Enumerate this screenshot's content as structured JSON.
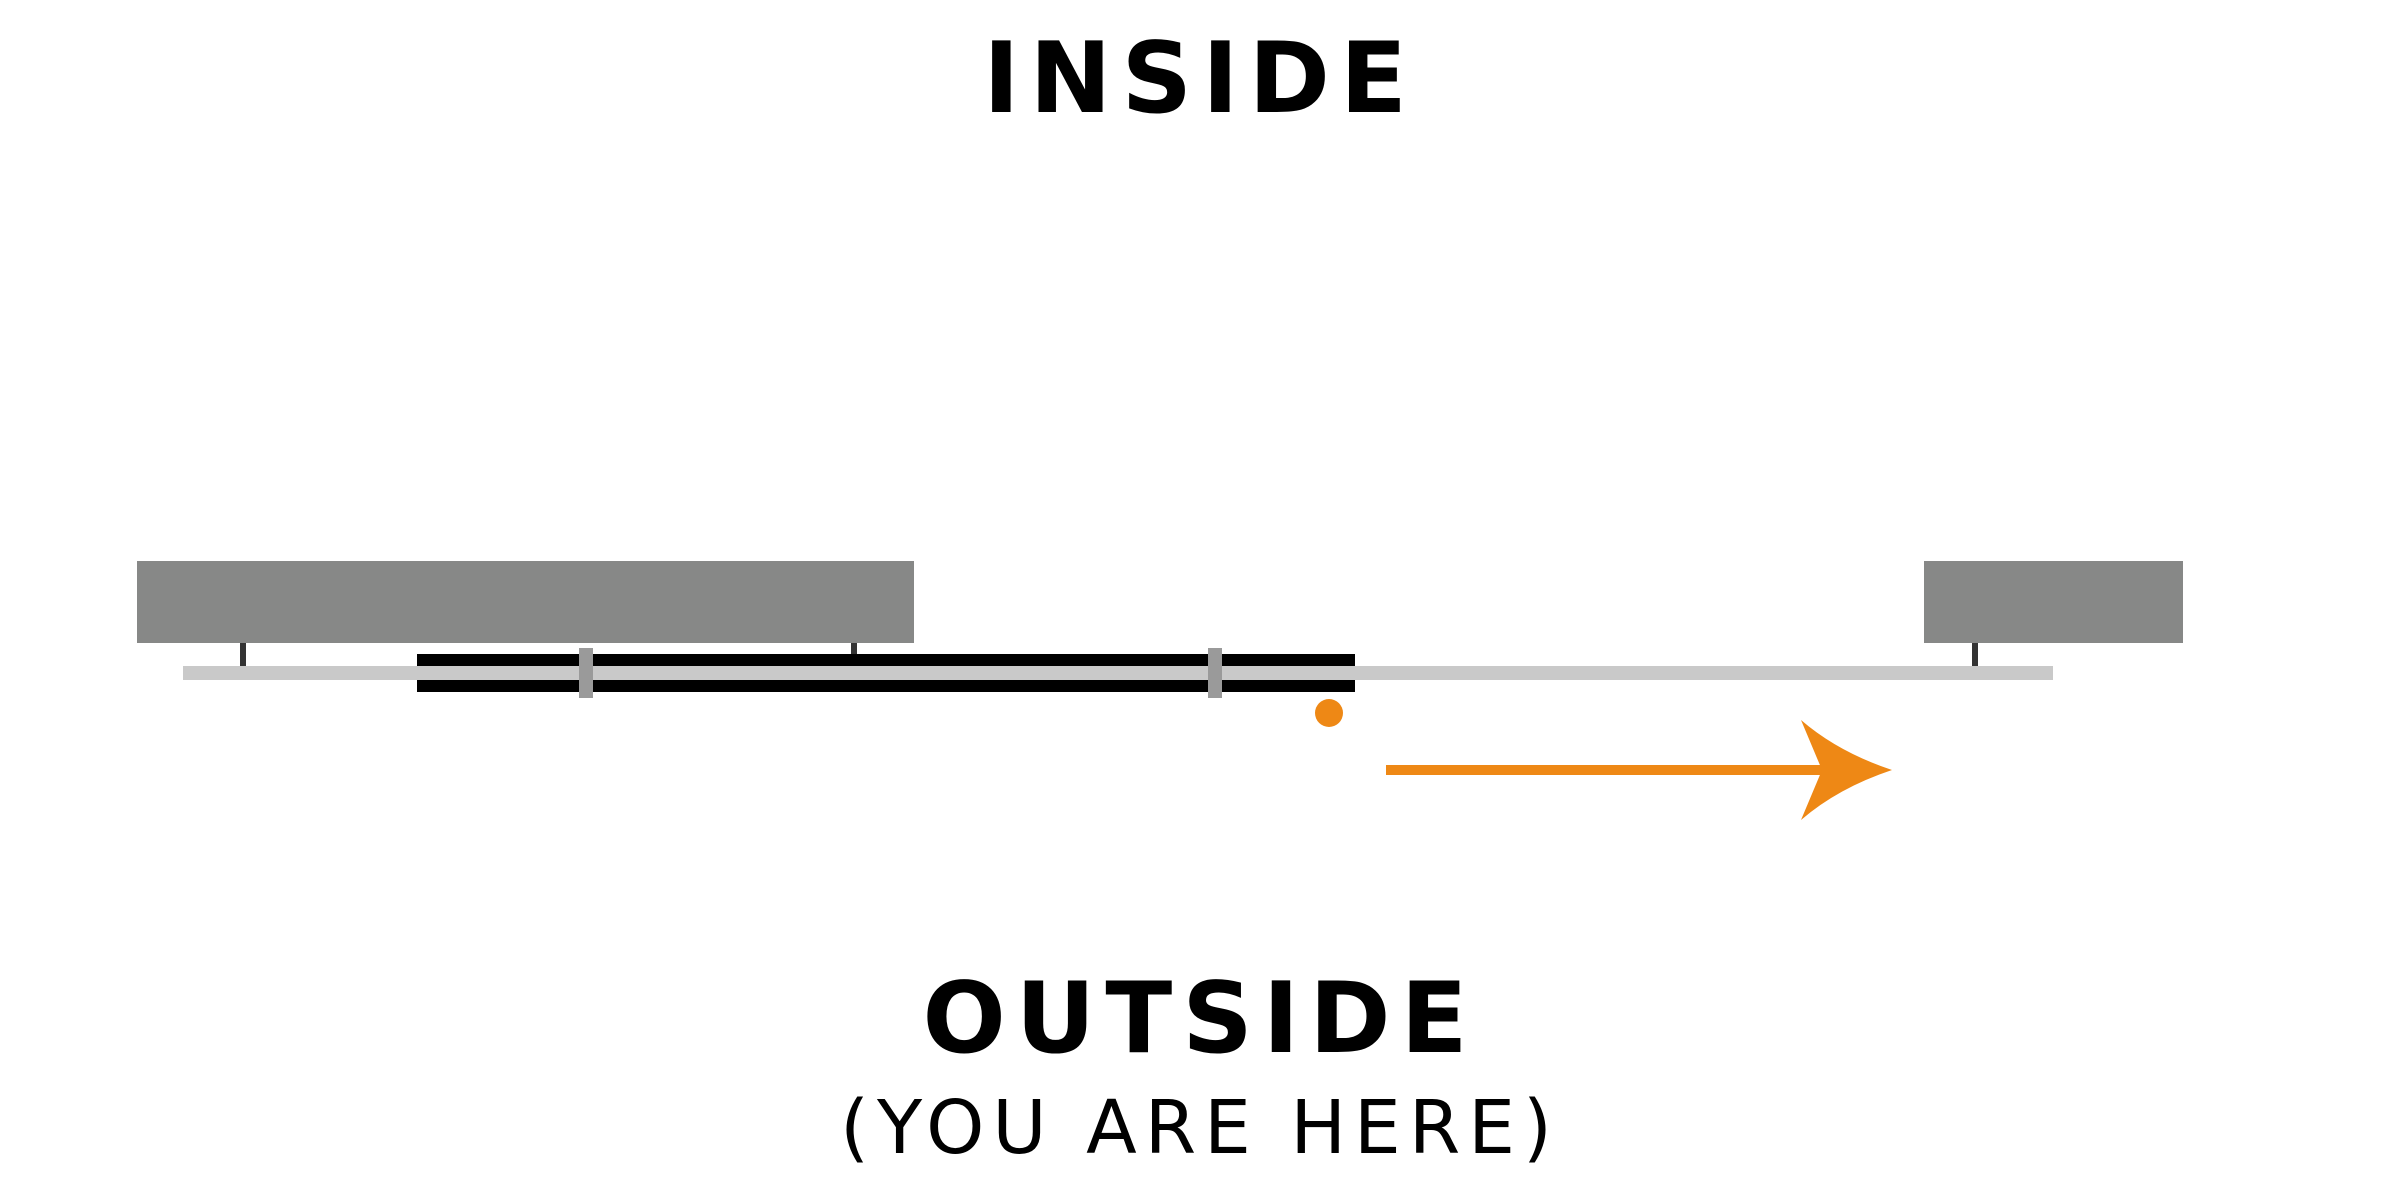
{
  "labels": {
    "top": "INSIDE",
    "bottom": "OUTSIDE",
    "bottom_sub": "(YOU ARE HERE)"
  },
  "colors": {
    "block": "#878887",
    "rail": "#c9c9c9",
    "track": "#000000",
    "marker": "#9a9a9a",
    "post": "#333333",
    "accent": "#ee8815"
  }
}
